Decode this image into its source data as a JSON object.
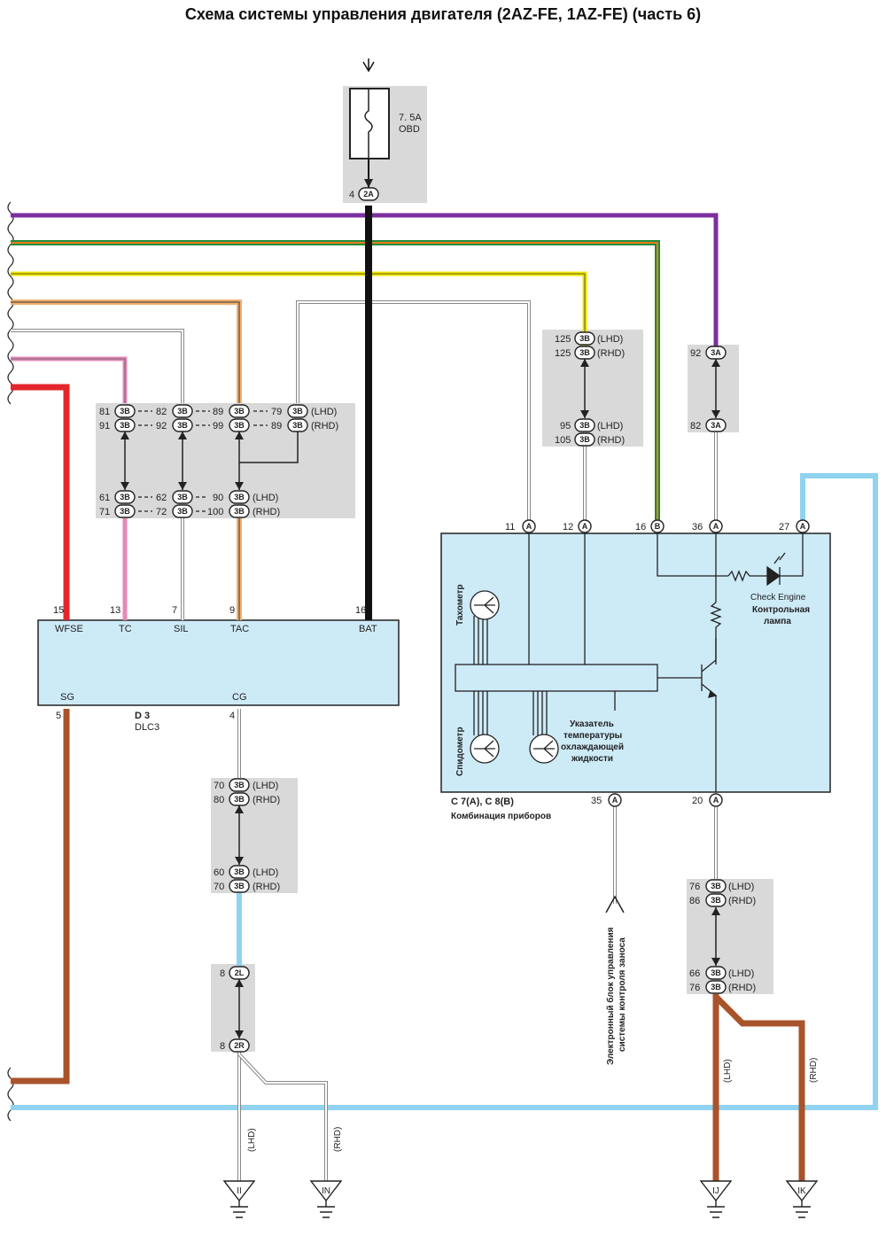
{
  "title": "Схема системы управления двигателя (2AZ-FE, 1AZ-FE) (часть 6)",
  "fuse": {
    "rating": "7. 5A",
    "name": "OBD",
    "pin": "4",
    "connector": "2A"
  },
  "colors": {
    "purple": "#7b2f9e",
    "green": "#1f8a3a",
    "orange": "#e87d1e",
    "yellow": "#f1e600",
    "orange_light": "#f0b070",
    "pink": "#e48ab8",
    "red": "#e4262c",
    "black": "#111111",
    "brown": "#a9532b",
    "light_blue": "#8fd3f0",
    "gray_box": "#d9d9d9",
    "panel": "#cdeaf7"
  },
  "junction": {
    "c81": "81",
    "c91": "91",
    "c82": "82",
    "c92": "92",
    "c89": "89",
    "c99": "99",
    "c79": "79",
    "c89b": "89",
    "c61": "61",
    "c71": "71",
    "c62": "62",
    "c72": "72",
    "c90": "90",
    "c100": "100",
    "conn": "3B",
    "lhd": "(LHD)",
    "rhd": "(RHD)"
  },
  "j125": {
    "a": "125",
    "b": "125",
    "c": "95",
    "d": "105"
  },
  "j92": {
    "a": "92",
    "b": "82",
    "conn": "3A"
  },
  "dlc3": {
    "code": "D 3",
    "name": "DLC3",
    "p15": "15",
    "p13": "13",
    "p7": "7",
    "p9": "9",
    "p16": "16",
    "p5": "5",
    "p4": "4",
    "wfse": "WFSE",
    "tc": "TC",
    "sil": "SIL",
    "tac": "TAC",
    "bat": "BAT",
    "sg": "SG",
    "cg": "CG"
  },
  "cluster": {
    "p11": "11",
    "p12": "12",
    "p16": "16",
    "p36": "36",
    "p27": "27",
    "p35": "35",
    "p20": "20",
    "pa": "A",
    "pb": "B",
    "check_engine": "Check Engine",
    "lamp1": "Контрольная",
    "lamp2": "лампа",
    "tach": "Тахометр",
    "speedo": "Спидометр",
    "temp1": "Указатель",
    "temp2": "температуры",
    "temp3": "охлаждающей",
    "temp4": "жидкости",
    "code": "C 7(A), C 8(B)",
    "name": "Комбинация приборов"
  },
  "j70": {
    "a": "70",
    "b": "80",
    "c": "60",
    "d": "70"
  },
  "j2": {
    "a": "8",
    "b": "8",
    "ca": "2L",
    "cb": "2R"
  },
  "j76": {
    "a": "76",
    "b": "86",
    "c": "66",
    "d": "76"
  },
  "ecu_note1": "Электронный блок управления",
  "ecu_note2": "системы контроля заноса",
  "grounds": {
    "ii": "II",
    "in": "IN",
    "ij": "IJ",
    "ik": "IK"
  }
}
